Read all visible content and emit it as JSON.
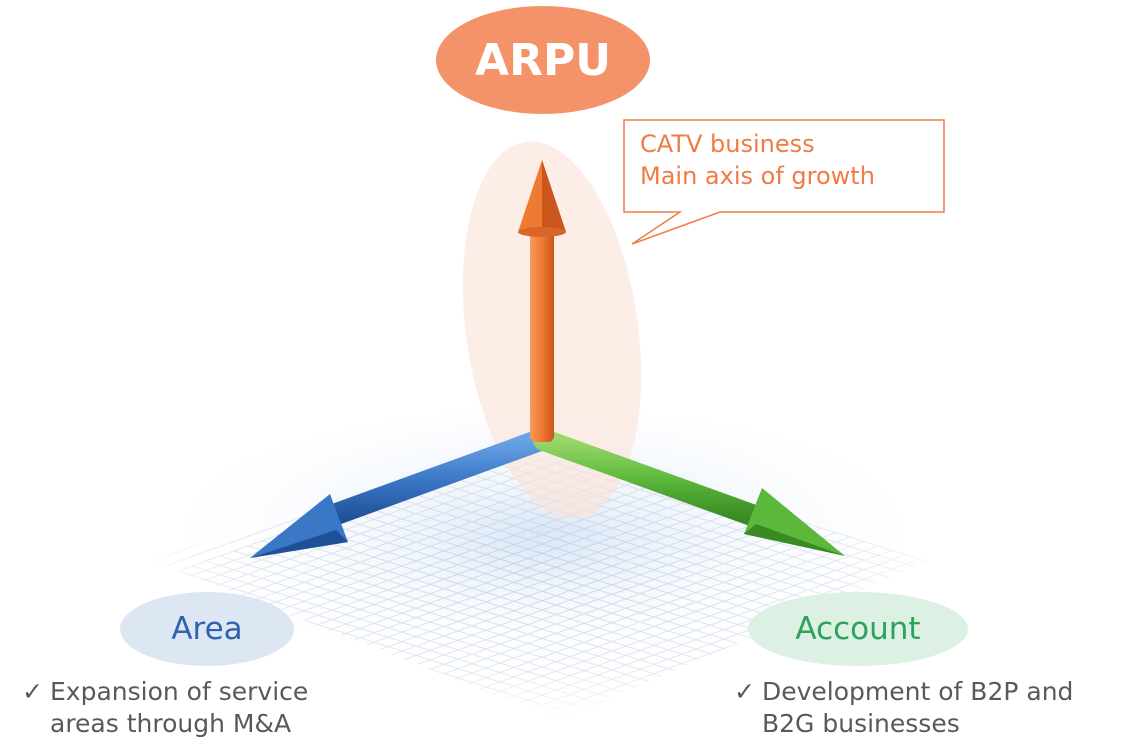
{
  "axes": {
    "arpu": {
      "label": "ARPU",
      "color": "#f4936a",
      "arrow_color": "#ee7a34"
    },
    "area": {
      "label": "Area",
      "color": "#2f63ad",
      "arrow_color": "#3a78c6"
    },
    "account": {
      "label": "Account",
      "color": "#2ea25a",
      "arrow_color": "#5cb83a"
    }
  },
  "callout": {
    "line1": "CATV business",
    "line2": "Main axis of growth",
    "color": "#f07b43"
  },
  "bullets": {
    "check_glyph": "✓",
    "area": {
      "line1": "Expansion of service",
      "line2": "areas through M&A"
    },
    "account": {
      "line1": "Development of B2P and",
      "line2": "B2G businesses"
    }
  }
}
